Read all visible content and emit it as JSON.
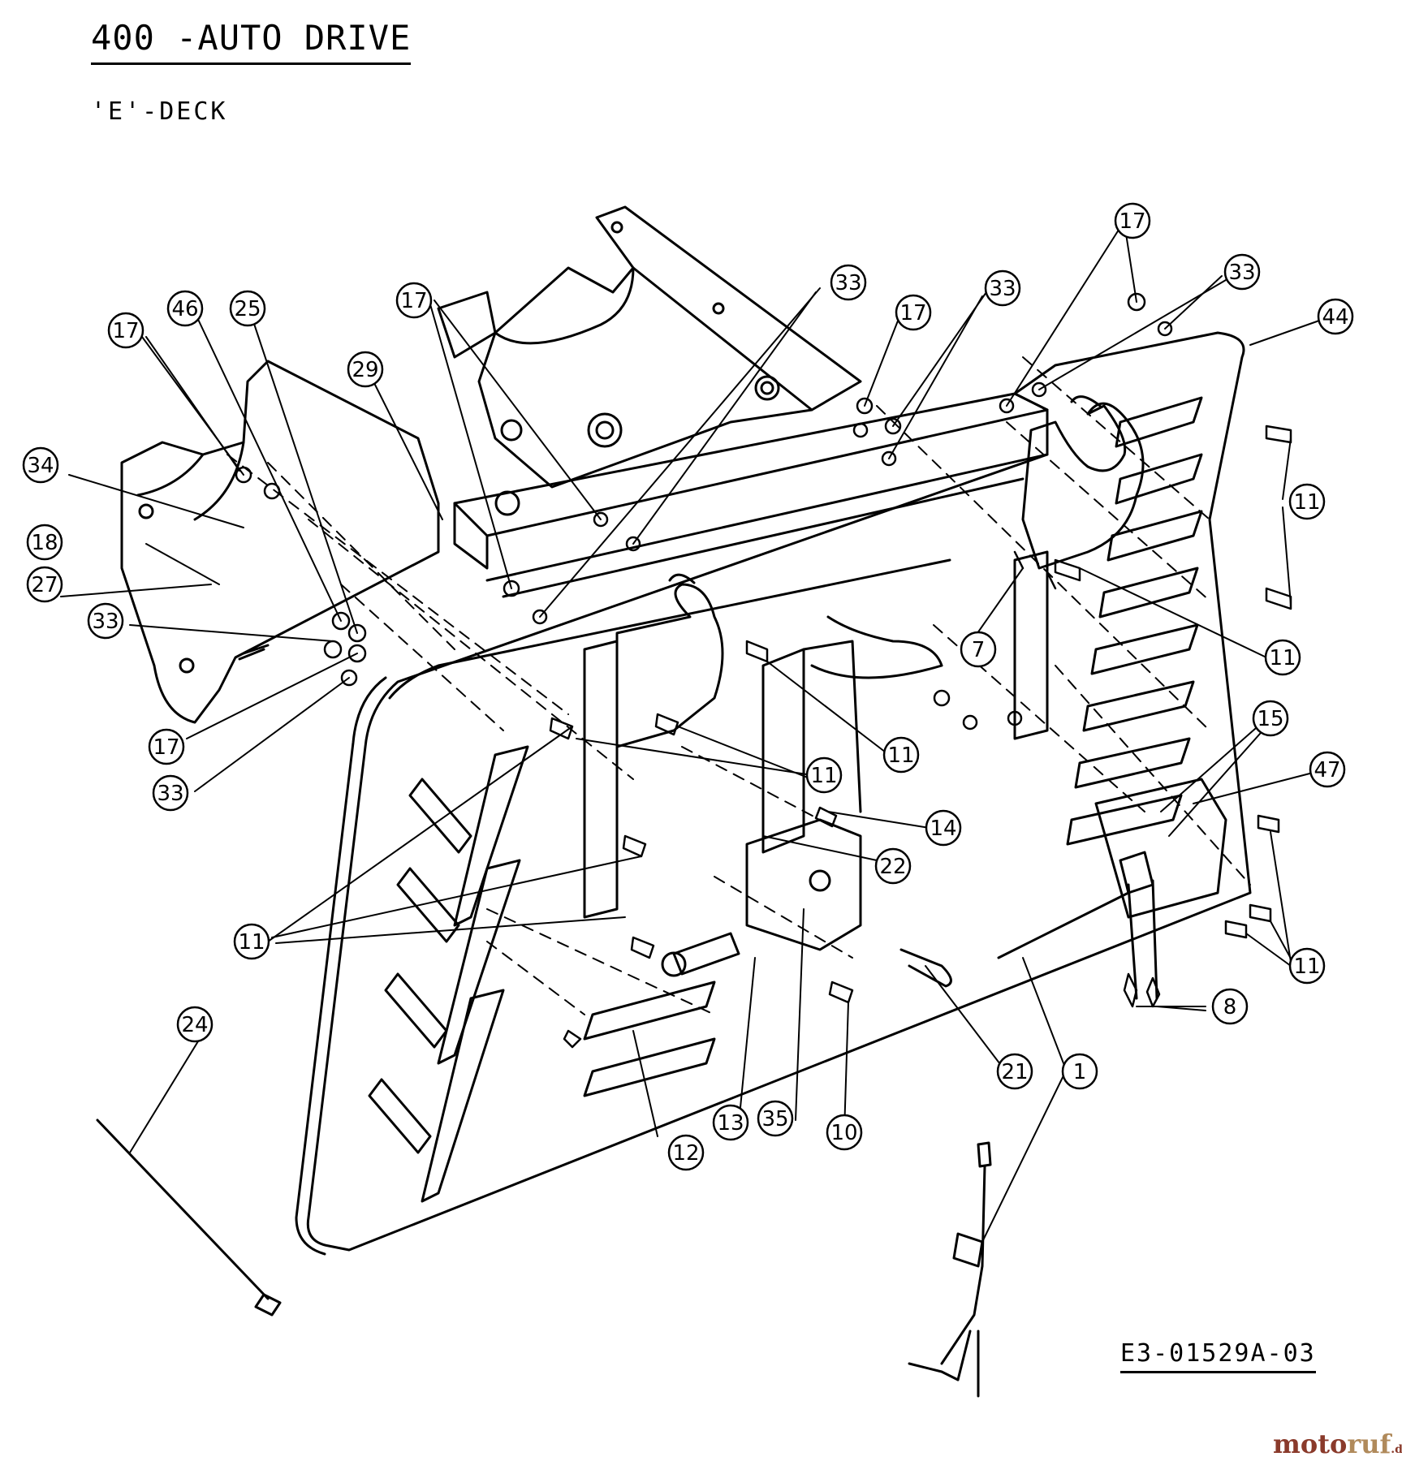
{
  "header": {
    "title": "400 -AUTO DRIVE",
    "subtitle": "'E'-DECK"
  },
  "footer": {
    "drawing_code": "E3-01529A-03"
  },
  "watermark": {
    "part1": "moto",
    "part2": "ruf",
    "suffix": ".de"
  },
  "callouts": {
    "c1": "1",
    "c7": "7",
    "c8": "8",
    "c10": "10",
    "c11a": "11",
    "c11b": "11",
    "c11c": "11",
    "c11d": "11",
    "c11e": "11",
    "c11f": "11",
    "c12": "12",
    "c13": "13",
    "c14": "14",
    "c15": "15",
    "c17a": "17",
    "c17b": "17",
    "c17c": "17",
    "c17d": "17",
    "c17e": "17",
    "c18": "18",
    "c21": "21",
    "c22": "22",
    "c24": "24",
    "c25": "25",
    "c27": "27",
    "c29": "29",
    "c33a": "33",
    "c33b": "33",
    "c33c": "33",
    "c33d": "33",
    "c33e": "33",
    "c34": "34",
    "c35": "35",
    "c44": "44",
    "c46": "46",
    "c47": "47"
  },
  "colors": {
    "line": "#000000",
    "background": "#ffffff"
  }
}
